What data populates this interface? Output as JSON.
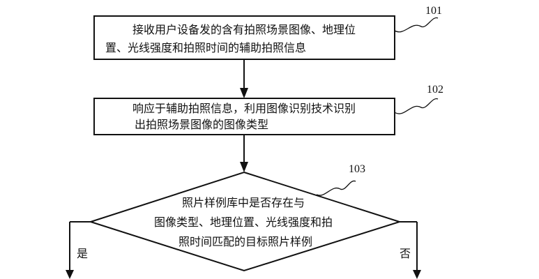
{
  "steps": [
    {
      "ref": "101",
      "lines": [
        "接收用户设备发的含有拍照场景图像、地理位",
        "置、光线强度和拍照时间的辅助拍照信息"
      ]
    },
    {
      "ref": "102",
      "lines": [
        "响应于辅助拍照信息，利用图像识别技术识别",
        "出拍照场景图像的图像类型"
      ]
    },
    {
      "ref": "103",
      "lines": [
        "照片样例库中是否存在与",
        "图像类型、地理位置、光线强度和拍",
        "照时间匹配的目标照片样例"
      ]
    }
  ],
  "branches": {
    "yes": "是",
    "no": "否"
  }
}
